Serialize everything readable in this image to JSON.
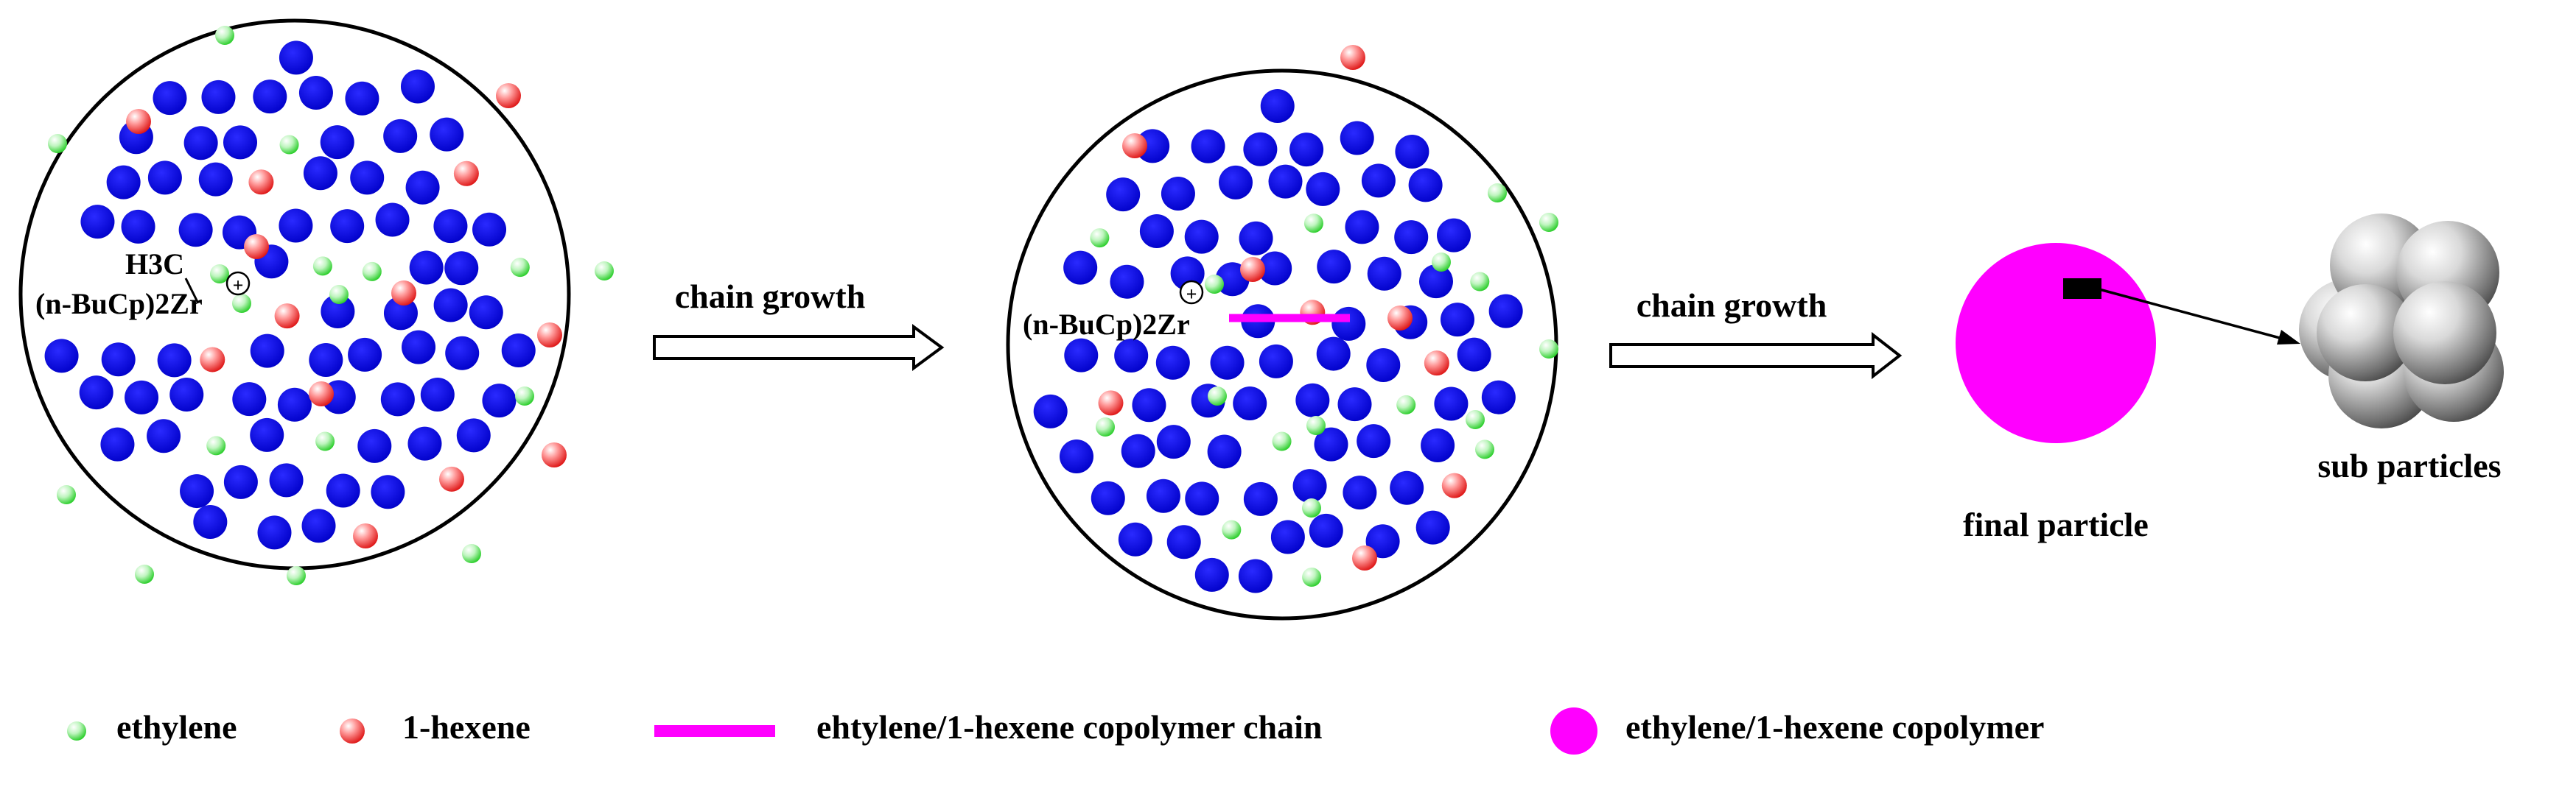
{
  "colors": {
    "catalyst_particle": "#0000ee",
    "ethylene": "#33dd33",
    "hexene": "#ee2222",
    "copolymer": "#ff00ff",
    "background": "#ffffff",
    "outline": "#000000"
  },
  "stage1": {
    "catalyst_group": "H3C",
    "catalyst_label": "(n-BuCp)2Zr",
    "charge": "⊕"
  },
  "stage2": {
    "catalyst_label": "(n-BuCp)2Zr",
    "charge": "⊕"
  },
  "arrows": [
    {
      "label": "chain growth"
    },
    {
      "label": "chain growth"
    }
  ],
  "final": {
    "final_label": "final particle",
    "sub_label": "sub particles"
  },
  "legend": [
    {
      "icon": "ethylene-icon",
      "label": "ethylene"
    },
    {
      "icon": "hexene-icon",
      "label": "1-hexene"
    },
    {
      "icon": "copolymer-chain-icon",
      "label": "ehtylene/1-hexene copolymer chain"
    },
    {
      "icon": "copolymer-icon",
      "label": "ethylene/1-hexene copolymer"
    }
  ]
}
